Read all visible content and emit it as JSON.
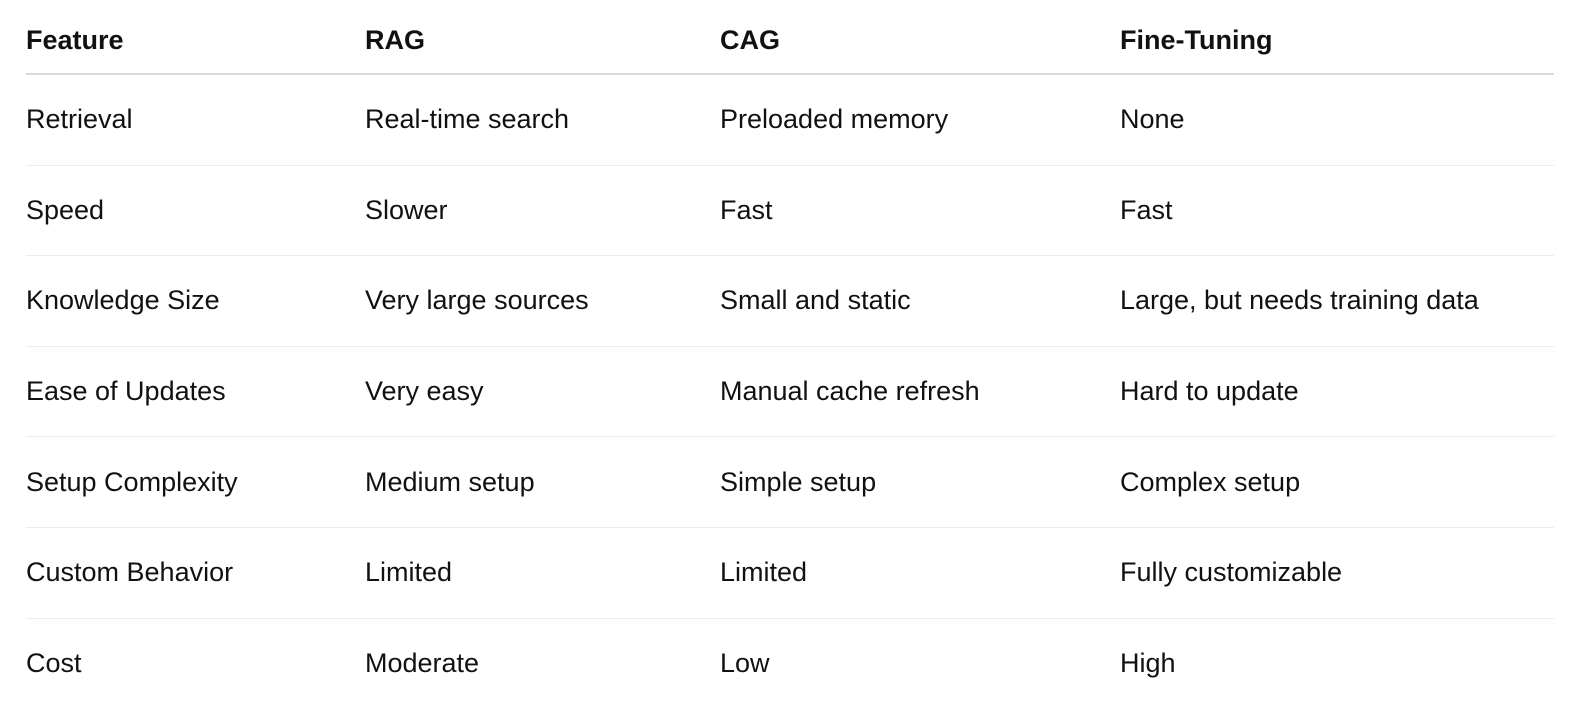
{
  "table": {
    "headers": [
      "Feature",
      "RAG",
      "CAG",
      "Fine-Tuning"
    ],
    "rows": [
      [
        "Retrieval",
        "Real-time search",
        "Preloaded memory",
        "None"
      ],
      [
        "Speed",
        "Slower",
        "Fast",
        "Fast"
      ],
      [
        "Knowledge Size",
        "Very large sources",
        "Small and static",
        "Large, but needs training data"
      ],
      [
        "Ease of Updates",
        "Very easy",
        "Manual cache refresh",
        "Hard to update"
      ],
      [
        "Setup Complexity",
        "Medium setup",
        "Simple setup",
        "Complex setup"
      ],
      [
        "Custom Behavior",
        "Limited",
        "Limited",
        "Fully customizable"
      ],
      [
        "Cost",
        "Moderate",
        "Low",
        "High"
      ]
    ]
  },
  "colors": {
    "text": "#111111",
    "header_rule": "#d9d9d9",
    "row_rule": "#ececec",
    "background": "#ffffff"
  }
}
